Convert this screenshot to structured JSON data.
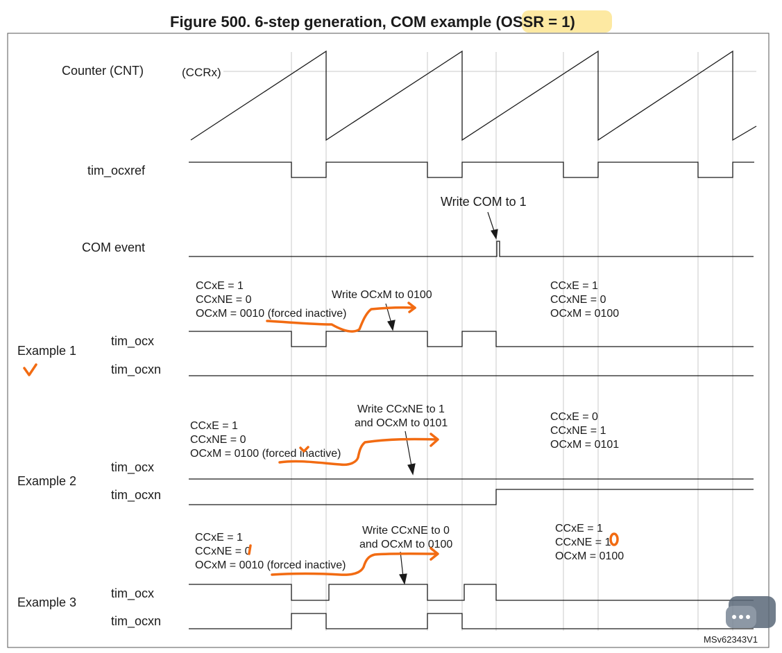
{
  "figure": {
    "title_main": "Figure 500. 6-step generation, COM example ",
    "title_paren_open": "(",
    "title_highlight": "OSSR = 1",
    "title_paren_close": ")",
    "id": "MSv62343V1"
  },
  "signals": {
    "counter": "Counter (CNT)",
    "ccrx": "(CCRx)",
    "ocxref": "tim_ocxref",
    "com_event": "COM event",
    "ocx": "tim_ocx",
    "ocxn": "tim_ocxn"
  },
  "annotations": {
    "write_com": "Write COM to 1"
  },
  "example1": {
    "label": "Example 1",
    "before": [
      "CCxE = 1",
      "CCxNE = 0",
      "OCxM = 0010 (forced inactive)"
    ],
    "write_note": [
      "Write OCxM to 0100"
    ],
    "after": [
      "CCxE = 1",
      "CCxNE = 0",
      "OCxM = 0100"
    ]
  },
  "example2": {
    "label": "Example 2",
    "before": [
      "CCxE = 1",
      "CCxNE = 0",
      "OCxM = 0100 (forced inactive)"
    ],
    "write_note": [
      "Write CCxNE to 1",
      "and OCxM to 0101"
    ],
    "after": [
      "CCxE = 0",
      "CCxNE = 1",
      "OCxM = 0101"
    ]
  },
  "example3": {
    "label": "Example 3",
    "before": [
      "CCxE = 1",
      "CCxNE = 0",
      "OCxM = 0010 (forced inactive)"
    ],
    "write_note": [
      "Write CCxNE to 0",
      "and OCxM to 0100"
    ],
    "after": [
      "CCxE = 1",
      "CCxNE = 1",
      "OCxM = 0100"
    ]
  },
  "colors": {
    "ink": "#1a1a1a",
    "grid": "#c8c8c8",
    "highlight": "#fde9a2",
    "marker": "#f26b12"
  },
  "icons": {
    "checkmark": "check-mark-icon",
    "watermark": "chat-bubble-icon"
  }
}
